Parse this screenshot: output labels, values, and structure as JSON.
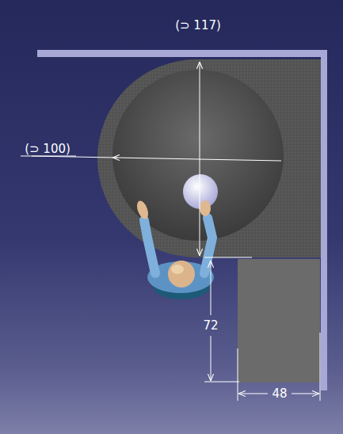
{
  "diagram": {
    "labels": [
      "(⊃ 117)",
      "(⊃ 100)",
      "72",
      "48"
    ]
  }
}
